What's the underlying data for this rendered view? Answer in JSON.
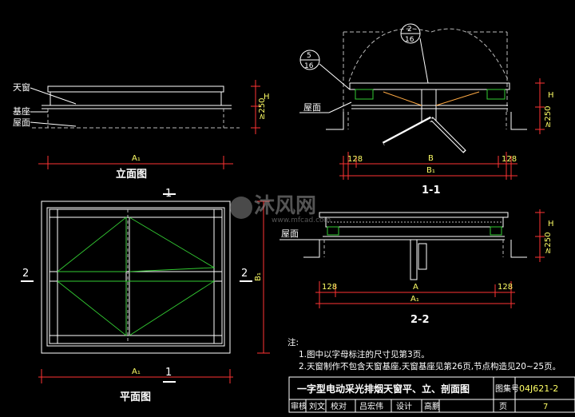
{
  "plan": {
    "elevation_title": "立面图",
    "plan_title": "平面图",
    "label_skylight": "天窗",
    "label_base": "基座",
    "label_roof": "屋面",
    "dim_A1": "A₁",
    "dim_B1": "B₁",
    "dim_H": "H",
    "dim_250": "≥250",
    "section_mark_1": "1",
    "section_mark_2": "2"
  },
  "section_1_1": {
    "title": "1-1",
    "label_roof": "屋面",
    "callout_a_top": "5",
    "callout_a_bottom": "16",
    "callout_b_top": "2",
    "callout_b_bottom": "16",
    "dim_128_left": "128",
    "dim_128_right": "128",
    "dim_B": "B",
    "dim_B1": "B₁",
    "dim_H": "H",
    "dim_250": "≥250"
  },
  "section_2_2": {
    "title": "2-2",
    "label_roof": "屋面",
    "dim_128_left": "128",
    "dim_128_right": "128",
    "dim_A": "A",
    "dim_A1": "A₁",
    "dim_H": "H",
    "dim_250": "≥250"
  },
  "watermark": {
    "brand": "沐风网",
    "url": "www.mfcad.com"
  },
  "notes": {
    "heading": "注:",
    "line1": "1.图中以字母标注的尺寸见第3页。",
    "line2": "2.天窗制作不包含天窗基座,天窗基座见第26页,节点构造见20~25页。"
  },
  "title_block": {
    "drawing_title": "一字型电动采光排烟天窗平、立、剖面图",
    "atlas_label": "图集号",
    "atlas_no": "04J621-2",
    "review": "审核",
    "reviewer": "刘文",
    "check": "校对",
    "checker": "吕宏伟",
    "design": "设计",
    "designer": "高鹏",
    "page_label": "页",
    "page_no": "7"
  },
  "colors": {
    "background": "#000000",
    "line": "#ffffff",
    "dimension": "#ff3333",
    "dim_text": "#ffff66",
    "green": "#33cc33",
    "dashed": "#bbbbbb"
  }
}
